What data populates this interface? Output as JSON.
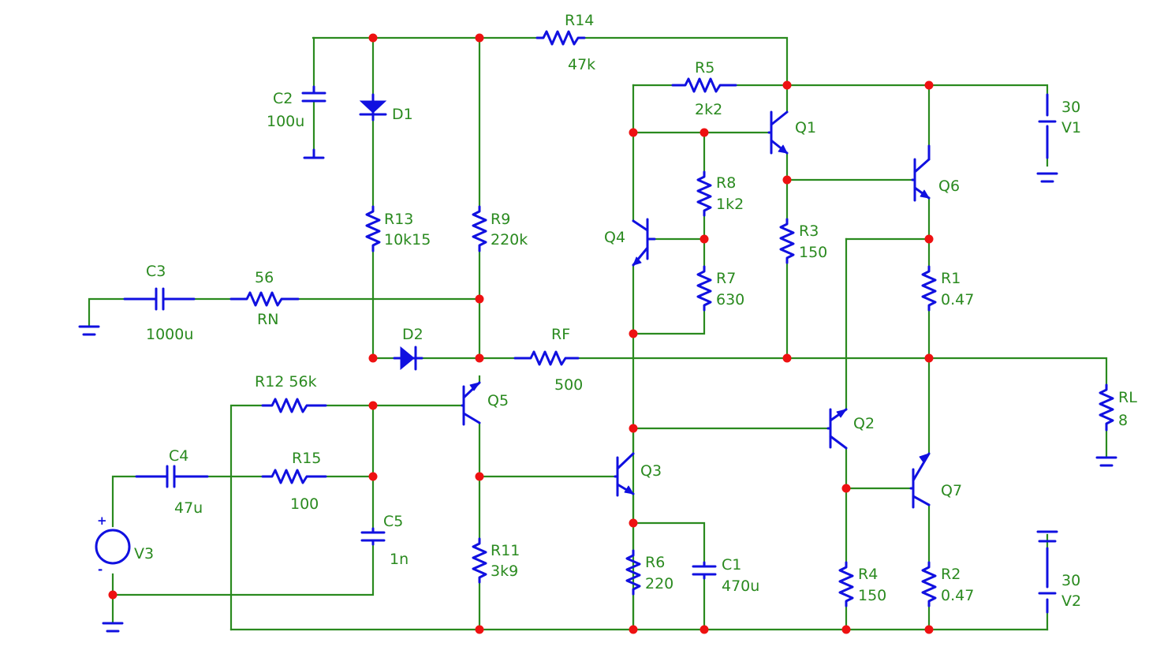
{
  "components": {
    "R14": {
      "name": "R14",
      "value": "47k"
    },
    "R5": {
      "name": "R5",
      "value": "2k2"
    },
    "C2": {
      "name": "C2",
      "value": "100u"
    },
    "D1": {
      "name": "D1"
    },
    "D2": {
      "name": "D2"
    },
    "R13": {
      "name": "R13",
      "value": "10k15"
    },
    "R9": {
      "name": "R9",
      "value": "220k"
    },
    "R8": {
      "name": "R8",
      "value": "1k2"
    },
    "R7": {
      "name": "R7",
      "value": "630"
    },
    "R3": {
      "name": "R3",
      "value": "150"
    },
    "R1": {
      "name": "R1",
      "value": "0.47"
    },
    "C3": {
      "name": "C3",
      "value": "1000u"
    },
    "RN": {
      "name": "RN",
      "value": "56"
    },
    "RF": {
      "name": "RF",
      "value": "500"
    },
    "R12": {
      "name": "R12 56k"
    },
    "C4": {
      "name": "C4",
      "value": "47u"
    },
    "R15": {
      "name": "R15",
      "value": "100"
    },
    "C5": {
      "name": "C5",
      "value": "1n"
    },
    "R11": {
      "name": "R11",
      "value": "3k9"
    },
    "R6": {
      "name": "R6",
      "value": "220"
    },
    "C1": {
      "name": "C1",
      "value": "470u"
    },
    "R4": {
      "name": "R4",
      "value": "150"
    },
    "R2": {
      "name": "R2",
      "value": "0.47"
    },
    "RL": {
      "name": "RL",
      "value": "8"
    },
    "V1": {
      "name": "V1",
      "value": "30"
    },
    "V2": {
      "name": "V2",
      "value": "30"
    },
    "V3": {
      "name": "V3"
    },
    "Q1": {
      "name": "Q1"
    },
    "Q2": {
      "name": "Q2"
    },
    "Q3": {
      "name": "Q3"
    },
    "Q4": {
      "name": "Q4"
    },
    "Q5": {
      "name": "Q5"
    },
    "Q6": {
      "name": "Q6"
    },
    "Q7": {
      "name": "Q7"
    }
  },
  "source_polarity": {
    "plus": "+",
    "minus": "-"
  },
  "colors": {
    "wire": "#2a8a1f",
    "component": "#1010e0",
    "junction": "#ee1111",
    "label": "#2a8a1f"
  }
}
